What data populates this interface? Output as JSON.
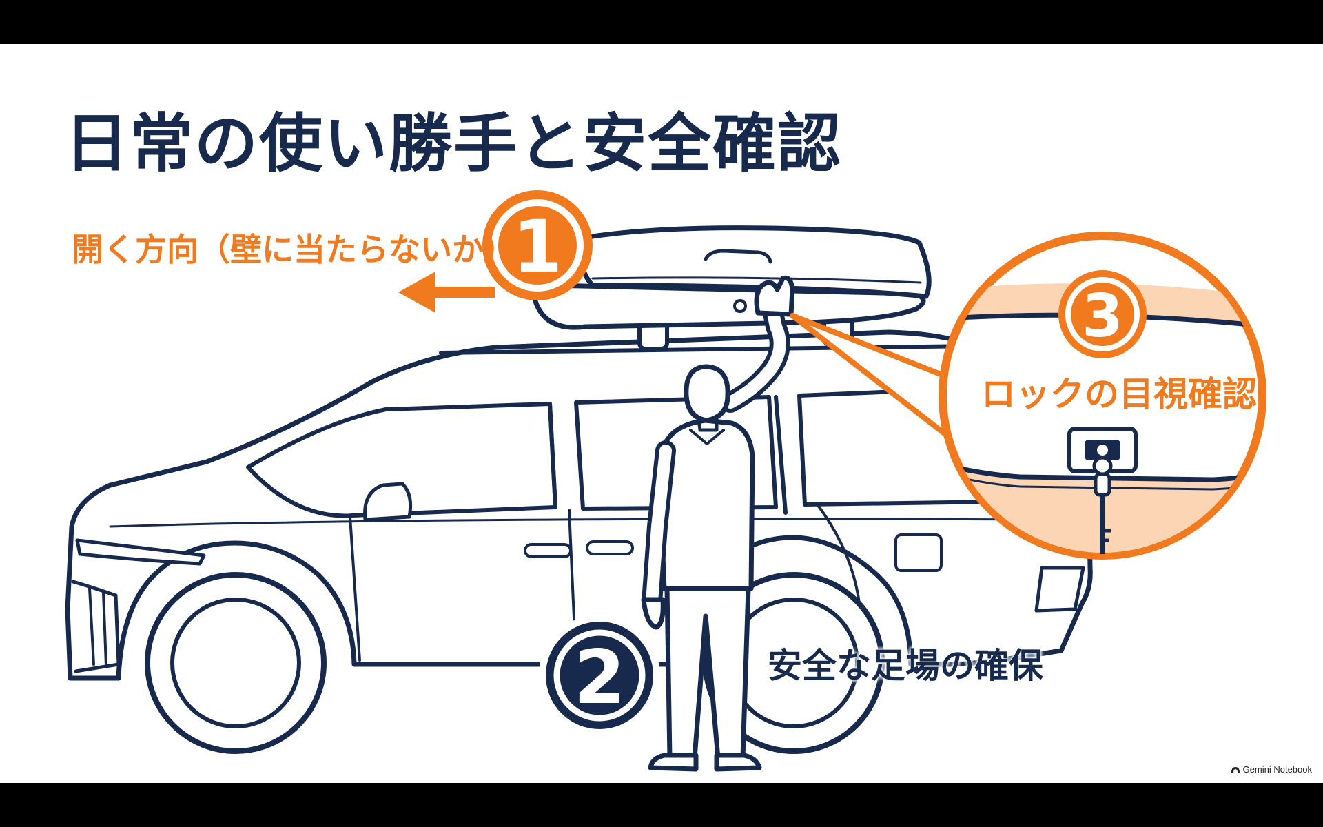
{
  "title": "日常の使い勝手と安全確認",
  "steps": [
    {
      "number": "1",
      "label": "開く方向（壁に当たらないか）"
    },
    {
      "number": "2",
      "label": "安全な足場の確保"
    },
    {
      "number": "3",
      "label": "ロックの目視確認"
    }
  ],
  "watermark": "Gemini Notebook",
  "colors": {
    "navy": "#17294d",
    "orange": "#f07a1d",
    "peach": "#fcd6b4"
  },
  "icons": [
    "arrow-left-icon",
    "lock-icon",
    "key-icon"
  ]
}
